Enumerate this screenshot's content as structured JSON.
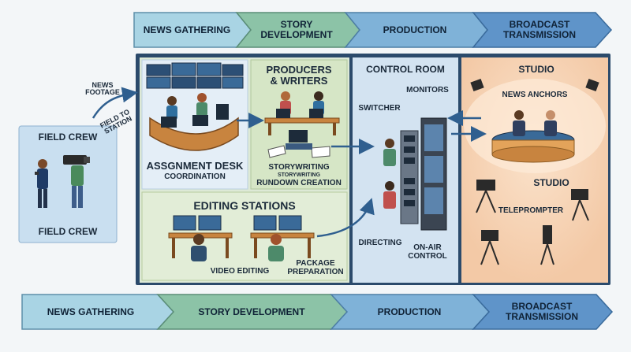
{
  "top_flow": [
    "NEWS GATHERING",
    "STORY DEVELOPMENT",
    "PRODUCTION",
    "BROADCAST TRANSMISSION"
  ],
  "bottom_flow": [
    "NEWS GATHERING",
    "STORY DEVELOPMENT",
    "PRODUCTION",
    "BROADCAST TRANSMISSION"
  ],
  "field": {
    "title": "FIELD CREW",
    "caption": "FIELD CREW",
    "footage_label": "NEWS FOOTAGE",
    "to_station_label": "FIELD TO STATION"
  },
  "assignment": {
    "title": "ASSGNMENT DESK",
    "subtitle": "COORDINATION"
  },
  "producers": {
    "title": "PRODUCERS & WRITERS",
    "line1": "STORYWRITING",
    "line2": "STORYWRITING",
    "line3": "RUNDOWN CREATION"
  },
  "editing": {
    "title": "EDITING STATIONS",
    "video_editing": "VIDEO EDITING",
    "package_prep": "PACKAGE PREPARATION"
  },
  "control": {
    "title": "CONTROL ROOM",
    "monitors": "MONITORS",
    "switcher": "SWITCHER",
    "directing": "DIRECTING",
    "on_air": "ON-AIR CONTROL"
  },
  "studio": {
    "title": "STUDIO",
    "anchors": "NEWS ANCHORS",
    "studio_label": "STUDIO",
    "teleprompter": "TELEPROMPTER"
  }
}
